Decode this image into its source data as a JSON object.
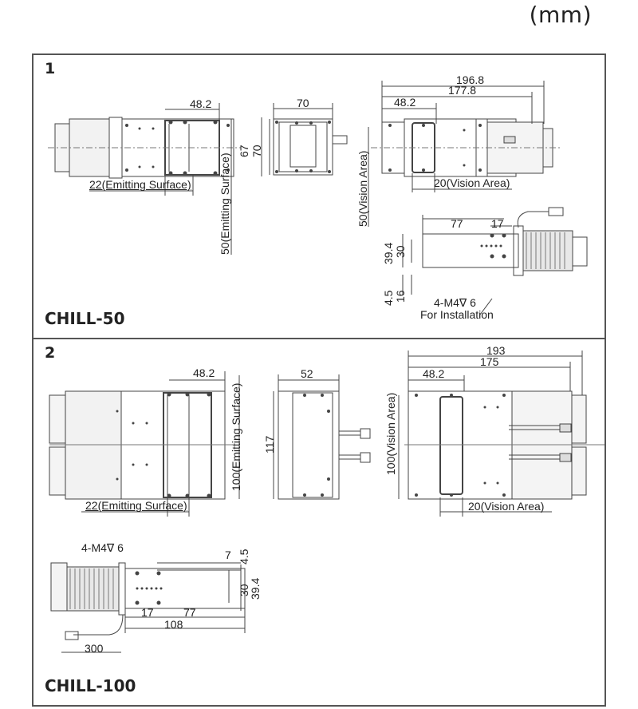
{
  "unit_label": "(mm)",
  "panels": [
    {
      "number": "1",
      "model": "CHILL-50",
      "labels": {
        "front_width": "48.2",
        "emitting_surface_h": "22(Emitting Surface)",
        "emitting_surface_v": "50(Emitting Surface)",
        "side_width": "70",
        "side_inner_h": "67",
        "side_outer_h": "70",
        "top_total": "196.8",
        "top_mid": "177.8",
        "top_left": "48.2",
        "vision_area_v": "50(Vision Area)",
        "vision_area_h": "20(Vision Area)",
        "bottom_77": "77",
        "bottom_17": "17",
        "bottom_39_4": "39.4",
        "bottom_30": "30",
        "bottom_4_5": "4.5",
        "bottom_16": "16",
        "screw_note": "4-M4∇ 6",
        "install_note": "For Installation"
      }
    },
    {
      "number": "2",
      "model": "CHILL-100",
      "labels": {
        "front_width": "48.2",
        "emitting_surface_h": "22(Emitting Surface)",
        "emitting_surface_v": "100(Emitting Surface)",
        "side_width": "52",
        "side_h": "117",
        "top_total": "193",
        "top_mid": "175",
        "top_left": "48.2",
        "vision_area_v": "100(Vision Area)",
        "vision_area_h": "20(Vision Area)",
        "screw_note": "4-M4∇ 6",
        "d_7": "7",
        "d_4_5": "4.5",
        "d_30": "30",
        "d_39_4": "39.4",
        "d_17": "17",
        "d_77": "77",
        "d_108": "108",
        "d_300": "300"
      }
    }
  ]
}
